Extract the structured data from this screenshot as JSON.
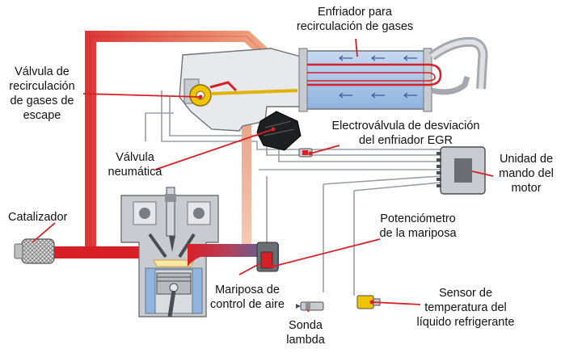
{
  "labels": {
    "enfriador": [
      "Enfriador para",
      "recirculación de gases"
    ],
    "valvula_egr": [
      "Válvula de",
      "recirculación",
      "de gases de",
      "escape"
    ],
    "electrovalvula": [
      "Electroválvula de desviación",
      "del enfriador EGR"
    ],
    "unidad_mando": [
      "Unidad de",
      "mando del",
      "motor"
    ],
    "valvula_neumatica": [
      "Válvula",
      "neumática"
    ],
    "catalizador": [
      "Catalizador"
    ],
    "potenciometro": [
      "Potenciómetro",
      "de la mariposa"
    ],
    "mariposa": [
      "Mariposa de",
      "control de aire"
    ],
    "sonda": [
      "Sonda",
      "lambda"
    ],
    "sensor_temp": [
      "Sensor de",
      "temperatura del",
      "líquido refrigerante"
    ]
  },
  "colors": {
    "hot_gas": "#d81f26",
    "warm_gas": "#f2a37f",
    "cool_air": "#3d6fb0",
    "leader": "#d81f26",
    "engine_body": "#c8cbd0",
    "coolant": "#8fb4e0"
  }
}
